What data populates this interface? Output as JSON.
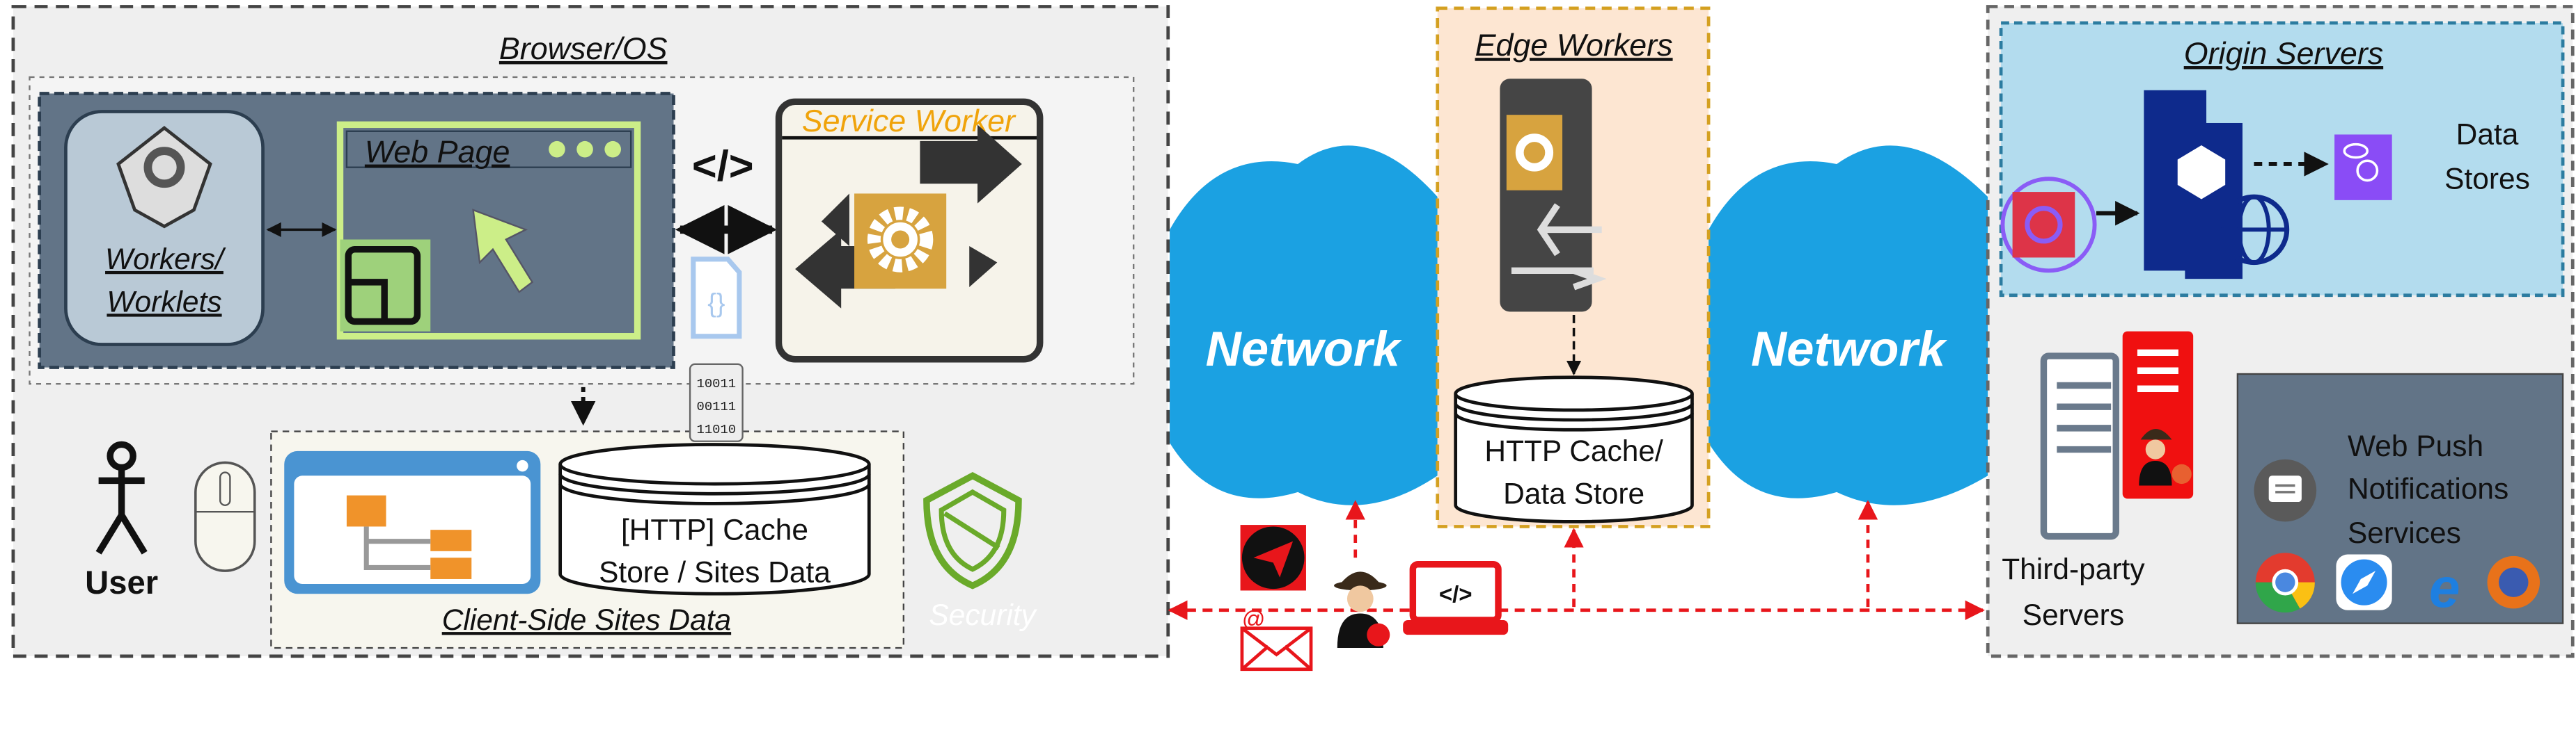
{
  "browser": {
    "title": "Browser/OS",
    "workers_line1": "Workers/",
    "workers_line2": "Worklets",
    "web_page": "Web Page",
    "code_tag": "</>",
    "service_worker": "Service Worker",
    "binary": [
      "10011",
      "00111",
      "11010"
    ],
    "user": "User",
    "cache_line1": "[HTTP] Cache",
    "cache_line2": "Store / Sites Data",
    "client_side": "Client-Side Sites Data",
    "security": "Security"
  },
  "network": {
    "left": "Network",
    "right": "Network"
  },
  "edge": {
    "title": "Edge Workers",
    "cache_line1": "HTTP Cache/",
    "cache_line2": "Data Store"
  },
  "attacks": {
    "code_tag": "</>",
    "email_at": "@"
  },
  "servers": {
    "origin_title": "Origin Servers",
    "data_stores_line1": "Data",
    "data_stores_line2": "Stores",
    "third_party_line1": "Third-party",
    "third_party_line2": "Servers",
    "push_line1": "Web Push",
    "push_line2": "Notifications",
    "push_line3": "Services"
  },
  "colors": {
    "network_blue": "#1ba1e2",
    "attack_red": "#e8161b",
    "slate": "#627487",
    "edge_fill": "#fde6d2",
    "origin_fill": "#b3dcee",
    "gear_gold": "#d7a33f"
  }
}
